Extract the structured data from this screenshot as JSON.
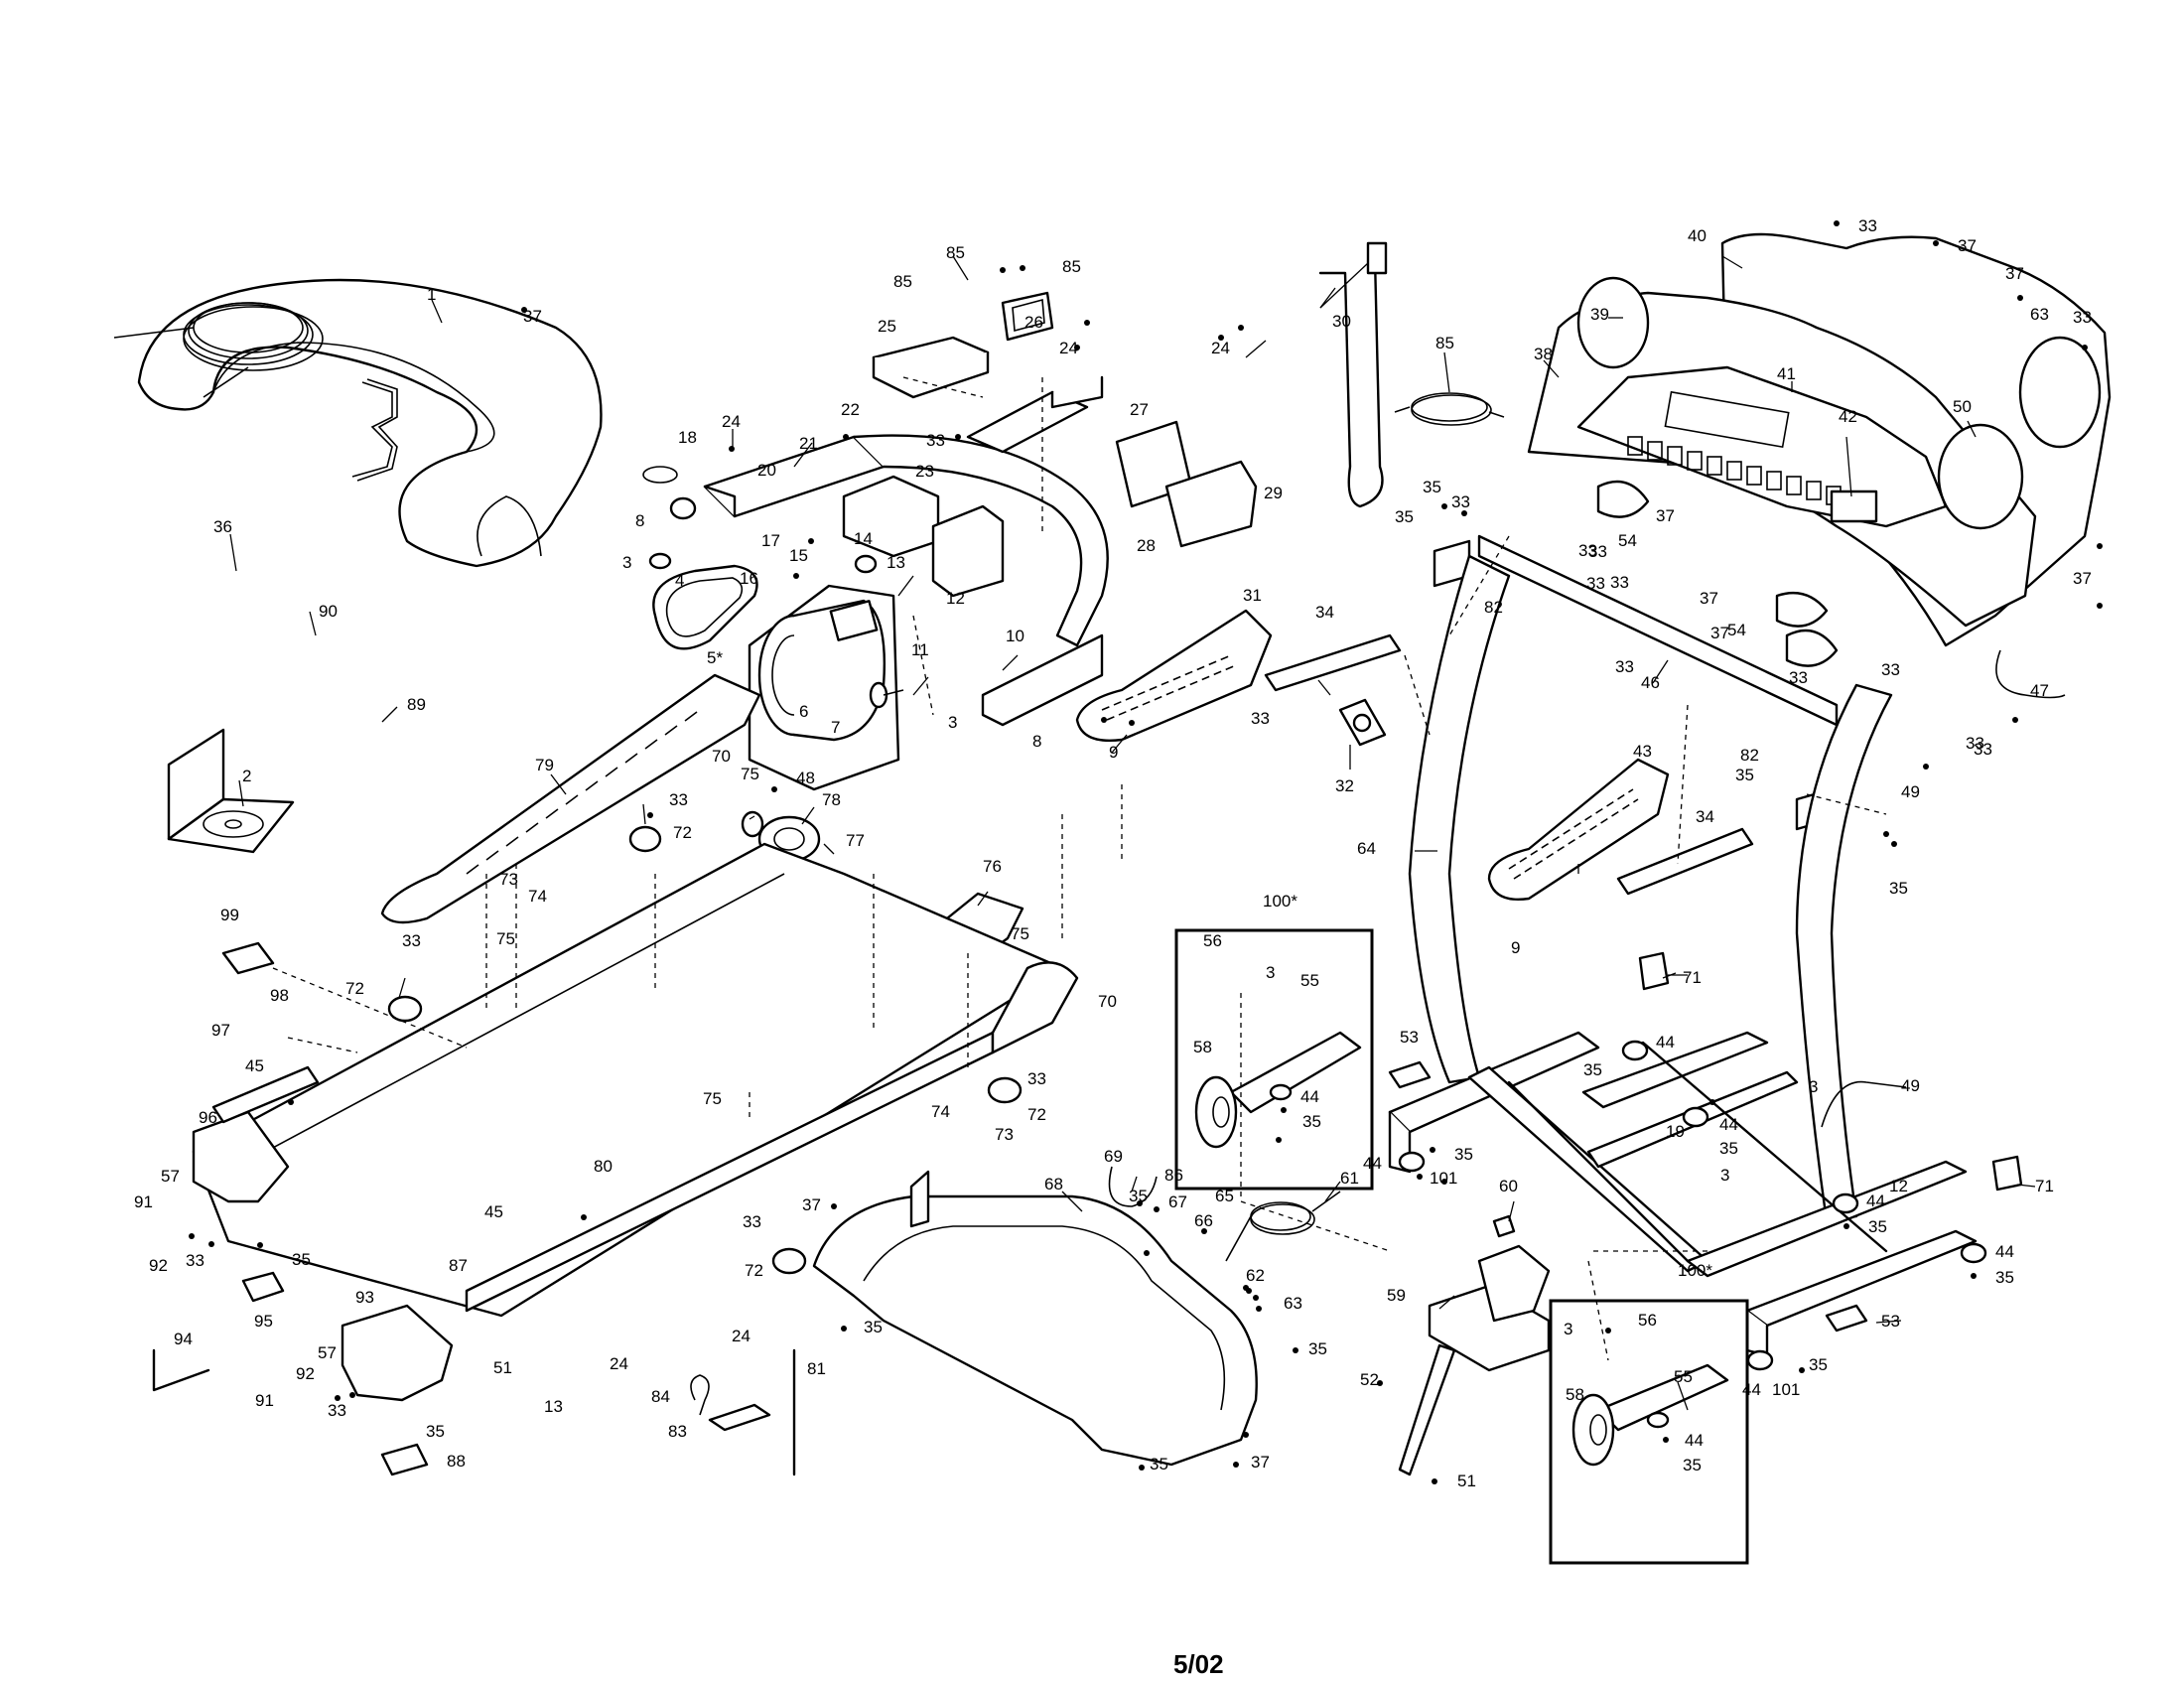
{
  "footer": {
    "date_code": "5/02"
  },
  "boxes": [
    {
      "label": "100*"
    },
    {
      "label": "100*"
    }
  ],
  "callouts": [
    {
      "t": "1"
    },
    {
      "t": "37"
    },
    {
      "t": "36"
    },
    {
      "t": "90"
    },
    {
      "t": "89"
    },
    {
      "t": "2"
    },
    {
      "t": "18"
    },
    {
      "t": "24"
    },
    {
      "t": "20"
    },
    {
      "t": "21"
    },
    {
      "t": "22"
    },
    {
      "t": "8"
    },
    {
      "t": "3"
    },
    {
      "t": "4"
    },
    {
      "t": "17"
    },
    {
      "t": "15"
    },
    {
      "t": "14"
    },
    {
      "t": "16"
    },
    {
      "t": "13"
    },
    {
      "t": "5*"
    },
    {
      "t": "6"
    },
    {
      "t": "7"
    },
    {
      "t": "12"
    },
    {
      "t": "10"
    },
    {
      "t": "11"
    },
    {
      "t": "3"
    },
    {
      "t": "8"
    },
    {
      "t": "85"
    },
    {
      "t": "85"
    },
    {
      "t": "85"
    },
    {
      "t": "25"
    },
    {
      "t": "26"
    },
    {
      "t": "24"
    },
    {
      "t": "33"
    },
    {
      "t": "23"
    },
    {
      "t": "27"
    },
    {
      "t": "24"
    },
    {
      "t": "28"
    },
    {
      "t": "29"
    },
    {
      "t": "30"
    },
    {
      "t": "85"
    },
    {
      "t": "31"
    },
    {
      "t": "9"
    },
    {
      "t": "34"
    },
    {
      "t": "33"
    },
    {
      "t": "32"
    },
    {
      "t": "79"
    },
    {
      "t": "70"
    },
    {
      "t": "75"
    },
    {
      "t": "48"
    },
    {
      "t": "78"
    },
    {
      "t": "33"
    },
    {
      "t": "72"
    },
    {
      "t": "77"
    },
    {
      "t": "73"
    },
    {
      "t": "74"
    },
    {
      "t": "75"
    },
    {
      "t": "99"
    },
    {
      "t": "98"
    },
    {
      "t": "72"
    },
    {
      "t": "33"
    },
    {
      "t": "97"
    },
    {
      "t": "45"
    },
    {
      "t": "76"
    },
    {
      "t": "75"
    },
    {
      "t": "70"
    },
    {
      "t": "33"
    },
    {
      "t": "72"
    },
    {
      "t": "75"
    },
    {
      "t": "74"
    },
    {
      "t": "73"
    },
    {
      "t": "96"
    },
    {
      "t": "57"
    },
    {
      "t": "91"
    },
    {
      "t": "92"
    },
    {
      "t": "33"
    },
    {
      "t": "35"
    },
    {
      "t": "95"
    },
    {
      "t": "80"
    },
    {
      "t": "45"
    },
    {
      "t": "87"
    },
    {
      "t": "51"
    },
    {
      "t": "93"
    },
    {
      "t": "94"
    },
    {
      "t": "57"
    },
    {
      "t": "92"
    },
    {
      "t": "91"
    },
    {
      "t": "33"
    },
    {
      "t": "35"
    },
    {
      "t": "88"
    },
    {
      "t": "24"
    },
    {
      "t": "13"
    },
    {
      "t": "84"
    },
    {
      "t": "24"
    },
    {
      "t": "83"
    },
    {
      "t": "81"
    },
    {
      "t": "33"
    },
    {
      "t": "37"
    },
    {
      "t": "72"
    },
    {
      "t": "35"
    },
    {
      "t": "68"
    },
    {
      "t": "69"
    },
    {
      "t": "35"
    },
    {
      "t": "86"
    },
    {
      "t": "67"
    },
    {
      "t": "66"
    },
    {
      "t": "65"
    },
    {
      "t": "61"
    },
    {
      "t": "62"
    },
    {
      "t": "63"
    },
    {
      "t": "35"
    },
    {
      "t": "35"
    },
    {
      "t": "37"
    },
    {
      "t": "56"
    },
    {
      "t": "3"
    },
    {
      "t": "55"
    },
    {
      "t": "58"
    },
    {
      "t": "44"
    },
    {
      "t": "35"
    },
    {
      "t": "35"
    },
    {
      "t": "33"
    },
    {
      "t": "35"
    },
    {
      "t": "82"
    },
    {
      "t": "64"
    },
    {
      "t": "33"
    },
    {
      "t": "33"
    },
    {
      "t": "40"
    },
    {
      "t": "33"
    },
    {
      "t": "37"
    },
    {
      "t": "37"
    },
    {
      "t": "63"
    },
    {
      "t": "33"
    },
    {
      "t": "39"
    },
    {
      "t": "38"
    },
    {
      "t": "41"
    },
    {
      "t": "42"
    },
    {
      "t": "50"
    },
    {
      "t": "37"
    },
    {
      "t": "37"
    },
    {
      "t": "54"
    },
    {
      "t": "33"
    },
    {
      "t": "37"
    },
    {
      "t": "37"
    },
    {
      "t": "54"
    },
    {
      "t": "33"
    },
    {
      "t": "46"
    },
    {
      "t": "33"
    },
    {
      "t": "47"
    },
    {
      "t": "33"
    },
    {
      "t": "82"
    },
    {
      "t": "35"
    },
    {
      "t": "49"
    },
    {
      "t": "35"
    },
    {
      "t": "43"
    },
    {
      "t": "34"
    },
    {
      "t": "9"
    },
    {
      "t": "71"
    },
    {
      "t": "53"
    },
    {
      "t": "44"
    },
    {
      "t": "35"
    },
    {
      "t": "44"
    },
    {
      "t": "35"
    },
    {
      "t": "101"
    },
    {
      "t": "19"
    },
    {
      "t": "44"
    },
    {
      "t": "35"
    },
    {
      "t": "3"
    },
    {
      "t": "3"
    },
    {
      "t": "49"
    },
    {
      "t": "12"
    },
    {
      "t": "44"
    },
    {
      "t": "35"
    },
    {
      "t": "71"
    },
    {
      "t": "44"
    },
    {
      "t": "35"
    },
    {
      "t": "60"
    },
    {
      "t": "59"
    },
    {
      "t": "52"
    },
    {
      "t": "51"
    },
    {
      "t": "3"
    },
    {
      "t": "56"
    },
    {
      "t": "58"
    },
    {
      "t": "55"
    },
    {
      "t": "44"
    },
    {
      "t": "35"
    },
    {
      "t": "53"
    },
    {
      "t": "35"
    },
    {
      "t": "44"
    },
    {
      "t": "101"
    },
    {
      "t": "33"
    },
    {
      "t": "33"
    },
    {
      "t": "33"
    }
  ]
}
